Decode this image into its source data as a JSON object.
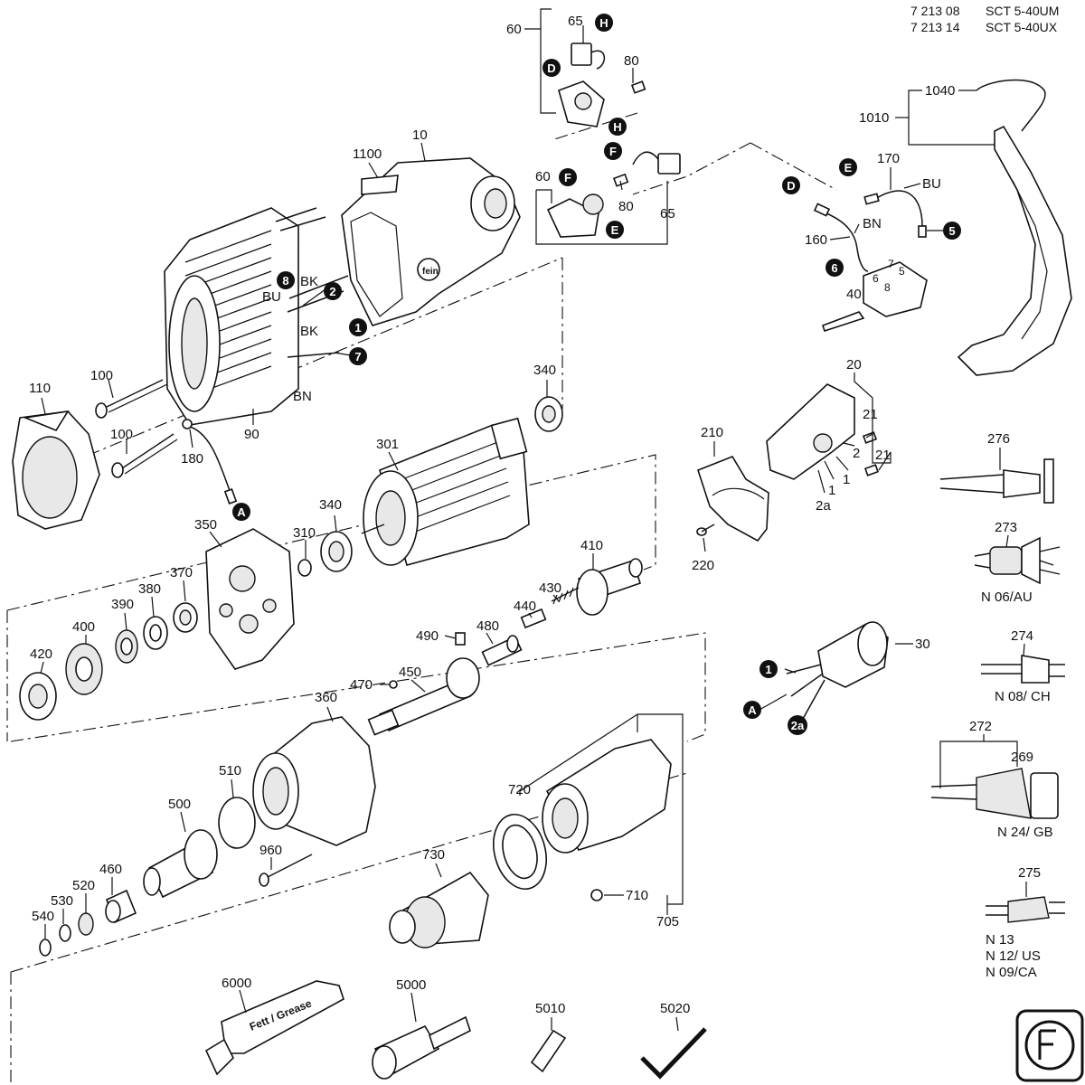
{
  "header": {
    "line1_code": "7 213 08",
    "line1_model": "SCT 5-40UM",
    "line2_code": "7 213 14",
    "line2_model": "SCT 5-40UX"
  },
  "labels": {
    "p10": "10",
    "p1100": "1100",
    "p60a": "60",
    "p65a": "65",
    "p80a": "80",
    "p60b": "60",
    "p80b": "80",
    "p65b": "65",
    "p1040": "1040",
    "p1010": "1010",
    "p170": "170",
    "pBU_r": "BU",
    "pBN_r": "BN",
    "p160": "160",
    "p40": "40",
    "p8_sw": "8",
    "p6_sw": "6",
    "p7_sw": "7",
    "p5_sw": "5",
    "pBK1": "BK",
    "pBU1": "BU",
    "pBK2": "BK",
    "pBN1": "BN",
    "p100a": "100",
    "p100b": "100",
    "p110": "110",
    "p90": "90",
    "p180": "180",
    "p340a": "340",
    "p301": "301",
    "p340b": "340",
    "p310": "310",
    "p350": "350",
    "p370": "370",
    "p380": "380",
    "p390": "390",
    "p400": "400",
    "p420": "420",
    "p410": "410",
    "p430": "430",
    "p440": "440",
    "p480": "480",
    "p490": "490",
    "p470": "470",
    "p450": "450",
    "p20": "20",
    "p21a": "21",
    "p21b": "21",
    "p2": "2",
    "p1a": "1",
    "p1b": "1",
    "p2a": "2a",
    "p210": "210",
    "p220": "220",
    "p30": "30",
    "p276": "276",
    "p273": "273",
    "pN06": "N 06/AU",
    "p274": "274",
    "pN08": "N 08/ CH",
    "p272": "272",
    "p269": "269",
    "pN24": "N 24/ GB",
    "p275": "275",
    "pN13": "N 13",
    "pN12": "N 12/ US",
    "pN09": "N 09/CA",
    "p360": "360",
    "p510": "510",
    "p500": "500",
    "p960": "960",
    "p460": "460",
    "p520": "520",
    "p530": "530",
    "p540": "540",
    "p720": "720",
    "p730": "730",
    "p710": "710",
    "p705": "705",
    "p6000": "6000",
    "p5000": "5000",
    "p5010": "5010",
    "p5020": "5020"
  },
  "markers": {
    "H1": "H",
    "D1": "D",
    "H2": "H",
    "F1": "F",
    "F2": "F",
    "E1": "E",
    "E2": "E",
    "D2": "D",
    "m5": "5",
    "m6": "6",
    "m8": "8",
    "m2": "2",
    "m1": "1",
    "m7": "7",
    "mA": "A",
    "m1b": "1",
    "mAb": "A",
    "m2ab": "2a"
  },
  "grease_tube_text": "Fett / Grease"
}
